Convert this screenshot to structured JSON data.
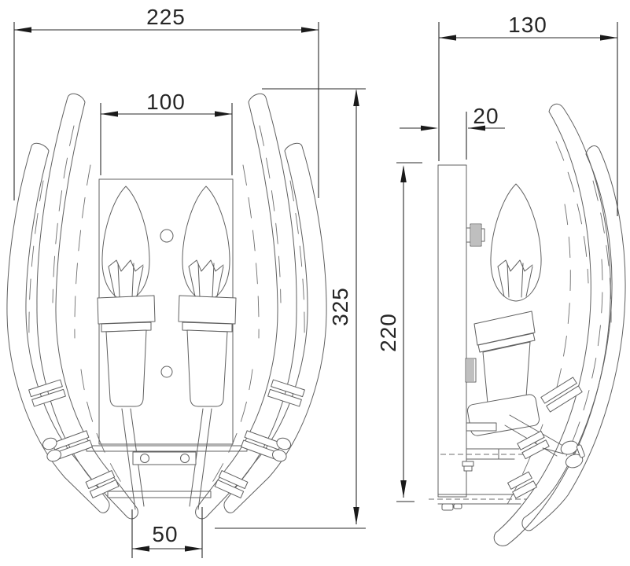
{
  "drawing": {
    "type": "technical-orthographic-drawing",
    "subject": "two-lamp candle wall sconce, front and side views",
    "colors": {
      "background": "#ffffff",
      "fixture_line": "#606060",
      "dimension_line": "#2a2a2a",
      "dimension_text": "#262626"
    },
    "dimensions": {
      "overall_width": "225",
      "overall_depth": "130",
      "backplate_width": "100",
      "wall_offset": "20",
      "overall_height": "325",
      "body_height": "220",
      "bottom_gap": "50"
    }
  }
}
